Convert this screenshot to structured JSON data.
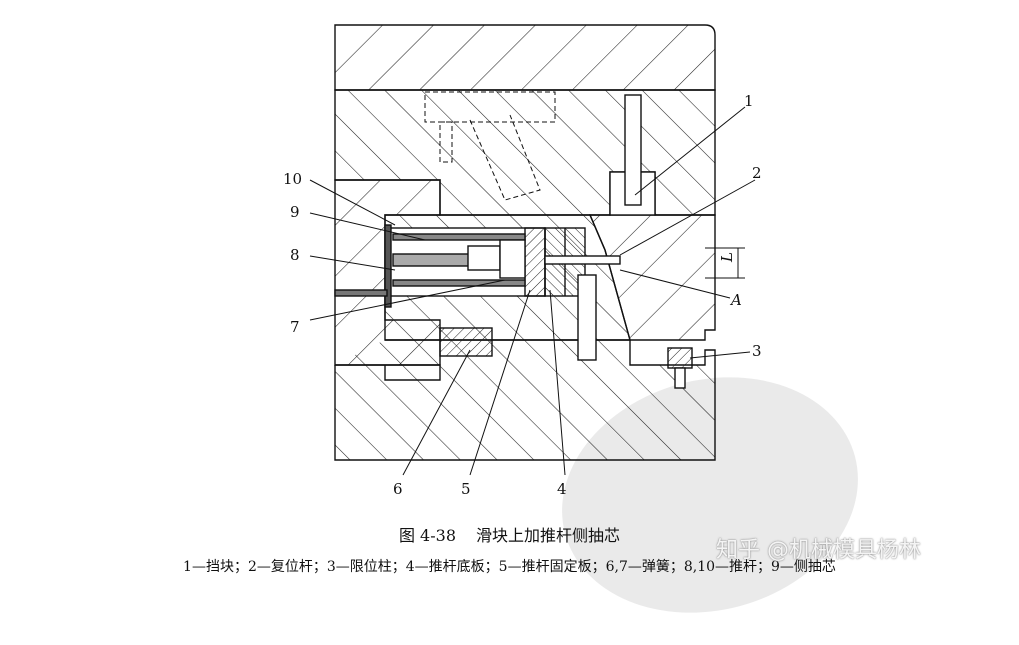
{
  "figure": {
    "part_labels": [
      "1",
      "2",
      "3",
      "4",
      "5",
      "6",
      "7",
      "8",
      "9",
      "10"
    ],
    "dimension_label": "L",
    "point_label": "A"
  },
  "caption": {
    "number": "图 4-38",
    "title": "滑块上加推杆侧抽芯"
  },
  "legend": "1—挡块；2—复位杆；3—限位柱；4—推杆底板；5—推杆固定板；6,7—弹簧；8,10—推杆；9—侧抽芯",
  "watermark": "知乎 @机械模具杨林"
}
